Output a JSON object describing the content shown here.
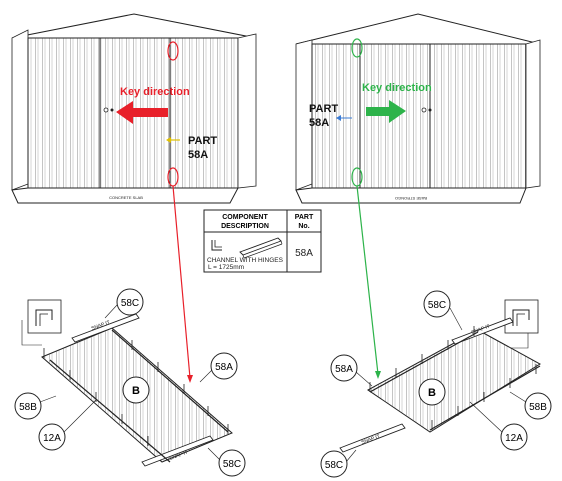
{
  "shed_left": {
    "key_direction_label": "Key direction",
    "part_label_line1": "PART",
    "part_label_line2": "58A",
    "base_label": "CONCRETE SLAB",
    "arrow_color": "#e8202a",
    "guide_line_color": "#e8202a"
  },
  "shed_right": {
    "key_direction_label": "Key direction",
    "part_label_line1": "PART",
    "part_label_line2": "58A",
    "base_label": "BASE STRONGO",
    "arrow_color": "#2db34a",
    "guide_line_color": "#2db34a"
  },
  "component_table": {
    "header_description_line1": "COMPONENT",
    "header_description_line2": "DESCRIPTION",
    "header_part_line1": "PART",
    "header_part_line2": "No.",
    "item_name": "CHANNEL WITH HINGES",
    "item_length": "L = 1725mm",
    "item_part": "58A"
  },
  "panel_left": {
    "callouts": [
      "58C",
      "58A",
      "B",
      "58B",
      "12A",
      "58C"
    ],
    "snap_label_top": "SNAP IT",
    "snap_label_bottom": "SNAP IT"
  },
  "panel_right": {
    "callouts": [
      "58C",
      "58A",
      "B",
      "58B",
      "12A",
      "58C"
    ],
    "snap_label_top": "SNAP IT",
    "snap_label_bottom": "SNAP IT"
  }
}
